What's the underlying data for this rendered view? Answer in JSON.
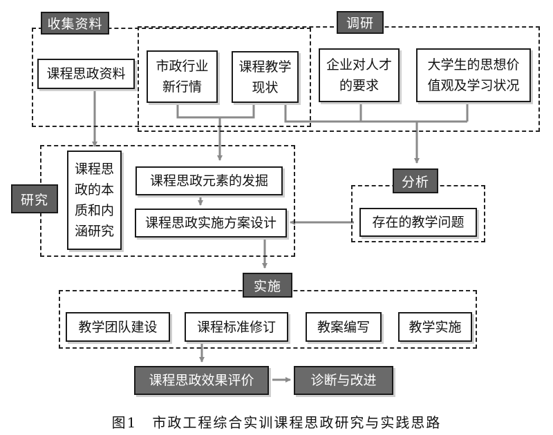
{
  "labels": {
    "collect": "收集资料",
    "survey": "调研",
    "research": "研究",
    "analysis": "分析",
    "implement": "实施"
  },
  "boxes": {
    "course_material": "课程思政资料",
    "industry_1": "市政行业",
    "industry_2": "新行情",
    "teaching_status_1": "课程教学",
    "teaching_status_2": "现状",
    "enterprise_1": "企业对人才",
    "enterprise_2": "的要求",
    "student_1": "大学生的思想价",
    "student_2": "值观及学习状况",
    "nature_1": "课程思",
    "nature_2": "政的本",
    "nature_3": "质和内",
    "nature_4": "涵研究",
    "elements": "课程思政元素的发掘",
    "plan_design": "课程思政实施方案设计",
    "problems": "存在的教学问题",
    "team": "教学团队建设",
    "standard": "课程标准修订",
    "lesson_plan": "教案编写",
    "teaching": "教学实施",
    "evaluation": "课程思政效果评价",
    "diagnosis": "诊断与改进"
  },
  "caption": "图1　市政工程综合实训课程思政研究与实践思路"
}
